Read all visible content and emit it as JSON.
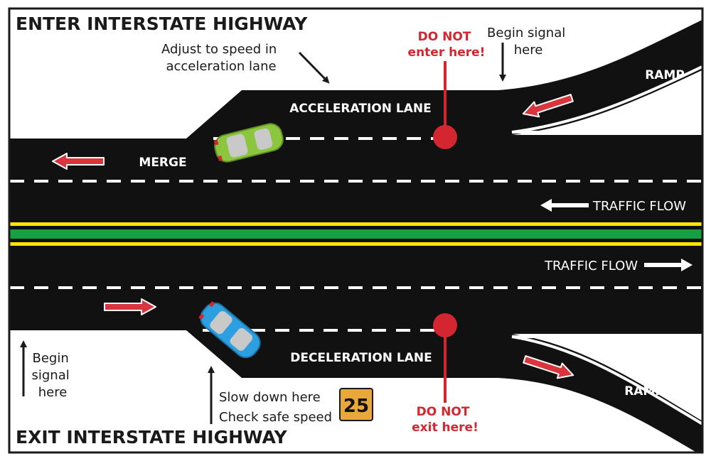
{
  "titles": {
    "enter": "ENTER INTERSTATE HIGHWAY",
    "exit": "EXIT INTERSTATE HIGHWAY"
  },
  "notes": {
    "adjust_speed": [
      "Adjust to speed in",
      "acceleration lane"
    ],
    "begin_signal_top": [
      "Begin signal",
      "here"
    ],
    "begin_signal_bottom": [
      "Begin",
      "signal",
      "here"
    ],
    "slow_down": "Slow down here",
    "check_speed": "Check safe speed"
  },
  "warnings": {
    "do_not_enter": [
      "DO NOT",
      "enter here!"
    ],
    "do_not_exit": [
      "DO NOT",
      "exit here!"
    ]
  },
  "road_labels": {
    "ramp": "RAMP",
    "acceleration_lane": "ACCELERATION LANE",
    "deceleration_lane": "DECELERATION LANE",
    "merge": "MERGE",
    "traffic_flow": "TRAFFIC FLOW"
  },
  "speed_sign": {
    "value": "25",
    "color": "#e8a93a"
  },
  "colors": {
    "road": "#111111",
    "warning_red": "#d32630",
    "arrow_red": "#d9353c",
    "median_green": "#16a043",
    "center_yellow": "#ffe600",
    "car_green": "#8cc63f",
    "car_blue": "#2b9fe0"
  }
}
